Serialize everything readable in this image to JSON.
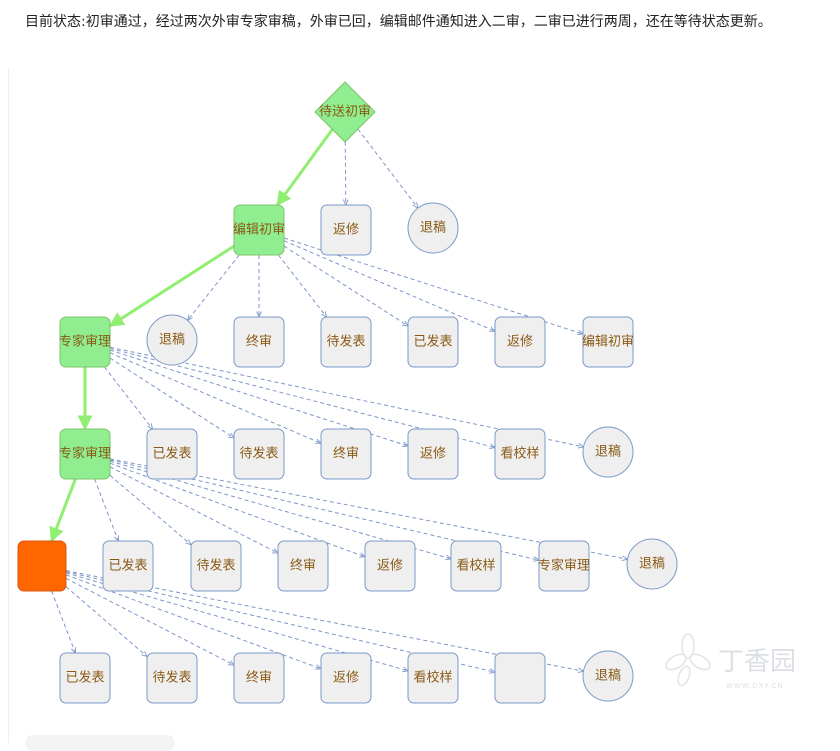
{
  "status_text": "目前状态:初审通过，经过两次外审专家审稿，外审已回，编辑邮件通知进入二审，二审已进行两周，还在等待状态更新。",
  "colors": {
    "done_fill": "#90ee90",
    "current_fill": "#ff6600",
    "pending_fill": "#efefef",
    "node_stroke": "#7a98c8",
    "path_edge": "#90ee70",
    "option_edge": "#7d96c8",
    "label": "#8a5a14"
  },
  "diagram": {
    "nodes": [
      {
        "id": "start",
        "label": "待送初审",
        "shape": "diamond",
        "state": "done"
      },
      {
        "id": "n1",
        "label": "编辑初审",
        "shape": "rect",
        "state": "done"
      },
      {
        "id": "n1a",
        "label": "返修",
        "shape": "rect",
        "state": "pending"
      },
      {
        "id": "n1b",
        "label": "退稿",
        "shape": "circle",
        "state": "pending"
      },
      {
        "id": "n2",
        "label": "专家审理",
        "shape": "rect",
        "state": "done"
      },
      {
        "id": "n2a",
        "label": "退稿",
        "shape": "circle",
        "state": "pending"
      },
      {
        "id": "n2b",
        "label": "终审",
        "shape": "rect",
        "state": "pending"
      },
      {
        "id": "n2c",
        "label": "待发表",
        "shape": "rect",
        "state": "pending"
      },
      {
        "id": "n2d",
        "label": "已发表",
        "shape": "rect",
        "state": "pending"
      },
      {
        "id": "n2e",
        "label": "返修",
        "shape": "rect",
        "state": "pending"
      },
      {
        "id": "n2f",
        "label": "编辑初审",
        "shape": "rect",
        "state": "pending"
      },
      {
        "id": "n3",
        "label": "专家审理",
        "shape": "rect",
        "state": "done"
      },
      {
        "id": "n3a",
        "label": "已发表",
        "shape": "rect",
        "state": "pending"
      },
      {
        "id": "n3b",
        "label": "待发表",
        "shape": "rect",
        "state": "pending"
      },
      {
        "id": "n3c",
        "label": "终审",
        "shape": "rect",
        "state": "pending"
      },
      {
        "id": "n3d",
        "label": "返修",
        "shape": "rect",
        "state": "pending"
      },
      {
        "id": "n3e",
        "label": "看校样",
        "shape": "rect",
        "state": "pending"
      },
      {
        "id": "n3f",
        "label": "退稿",
        "shape": "circle",
        "state": "pending"
      },
      {
        "id": "n4",
        "label": "",
        "shape": "rect",
        "state": "current"
      },
      {
        "id": "n4a",
        "label": "已发表",
        "shape": "rect",
        "state": "pending"
      },
      {
        "id": "n4b",
        "label": "待发表",
        "shape": "rect",
        "state": "pending"
      },
      {
        "id": "n4c",
        "label": "终审",
        "shape": "rect",
        "state": "pending"
      },
      {
        "id": "n4d",
        "label": "返修",
        "shape": "rect",
        "state": "pending"
      },
      {
        "id": "n4e",
        "label": "看校样",
        "shape": "rect",
        "state": "pending"
      },
      {
        "id": "n4f",
        "label": "专家审理",
        "shape": "rect",
        "state": "pending"
      },
      {
        "id": "n4g",
        "label": "退稿",
        "shape": "circle",
        "state": "pending"
      },
      {
        "id": "n5a",
        "label": "已发表",
        "shape": "rect",
        "state": "pending"
      },
      {
        "id": "n5b",
        "label": "待发表",
        "shape": "rect",
        "state": "pending"
      },
      {
        "id": "n5c",
        "label": "终审",
        "shape": "rect",
        "state": "pending"
      },
      {
        "id": "n5d",
        "label": "返修",
        "shape": "rect",
        "state": "pending"
      },
      {
        "id": "n5e",
        "label": "看校样",
        "shape": "rect",
        "state": "pending"
      },
      {
        "id": "n5f",
        "label": "",
        "shape": "rect",
        "state": "pending"
      },
      {
        "id": "n5g",
        "label": "退稿",
        "shape": "circle",
        "state": "pending"
      }
    ],
    "edges": [
      {
        "from": "start",
        "to": "n1",
        "kind": "path"
      },
      {
        "from": "start",
        "to": "n1a",
        "kind": "option"
      },
      {
        "from": "start",
        "to": "n1b",
        "kind": "option"
      },
      {
        "from": "n1",
        "to": "n2",
        "kind": "path"
      },
      {
        "from": "n1",
        "to": "n2a",
        "kind": "option"
      },
      {
        "from": "n1",
        "to": "n2b",
        "kind": "option"
      },
      {
        "from": "n1",
        "to": "n2c",
        "kind": "option"
      },
      {
        "from": "n1",
        "to": "n2d",
        "kind": "option"
      },
      {
        "from": "n1",
        "to": "n2e",
        "kind": "option"
      },
      {
        "from": "n1",
        "to": "n2f",
        "kind": "option"
      },
      {
        "from": "n2",
        "to": "n3",
        "kind": "path"
      },
      {
        "from": "n2",
        "to": "n3a",
        "kind": "option"
      },
      {
        "from": "n2",
        "to": "n3b",
        "kind": "option"
      },
      {
        "from": "n2",
        "to": "n3c",
        "kind": "option"
      },
      {
        "from": "n2",
        "to": "n3d",
        "kind": "option"
      },
      {
        "from": "n2",
        "to": "n3e",
        "kind": "option"
      },
      {
        "from": "n2",
        "to": "n3f",
        "kind": "option"
      },
      {
        "from": "n3",
        "to": "n4",
        "kind": "path"
      },
      {
        "from": "n3",
        "to": "n4a",
        "kind": "option"
      },
      {
        "from": "n3",
        "to": "n4b",
        "kind": "option"
      },
      {
        "from": "n3",
        "to": "n4c",
        "kind": "option"
      },
      {
        "from": "n3",
        "to": "n4d",
        "kind": "option"
      },
      {
        "from": "n3",
        "to": "n4e",
        "kind": "option"
      },
      {
        "from": "n3",
        "to": "n4f",
        "kind": "option"
      },
      {
        "from": "n3",
        "to": "n4g",
        "kind": "option"
      },
      {
        "from": "n4",
        "to": "n5a",
        "kind": "option"
      },
      {
        "from": "n4",
        "to": "n5b",
        "kind": "option"
      },
      {
        "from": "n4",
        "to": "n5c",
        "kind": "option"
      },
      {
        "from": "n4",
        "to": "n5d",
        "kind": "option"
      },
      {
        "from": "n4",
        "to": "n5e",
        "kind": "option"
      },
      {
        "from": "n4",
        "to": "n5f",
        "kind": "option"
      },
      {
        "from": "n4",
        "to": "n5g",
        "kind": "option"
      }
    ]
  },
  "watermark": {
    "brand": "丁香园",
    "url": "WWW.DXY.CN",
    "icon": "clove-flower-icon"
  }
}
